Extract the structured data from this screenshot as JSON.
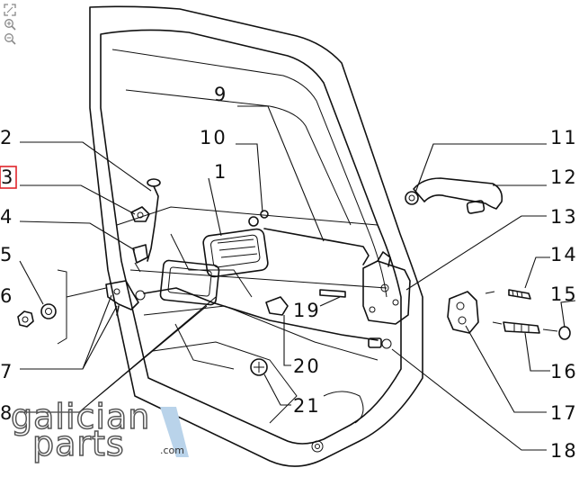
{
  "viewer": {
    "tools": [
      {
        "name": "fullscreen-icon"
      },
      {
        "name": "zoom-in-icon"
      },
      {
        "name": "zoom-out-icon"
      }
    ]
  },
  "callouts": [
    "1",
    "2",
    "3",
    "4",
    "5",
    "6",
    "7",
    "8",
    "9",
    "10",
    "11",
    "12",
    "13",
    "14",
    "15",
    "16",
    "17",
    "18",
    "19",
    "20",
    "21"
  ],
  "selected_callout": "3",
  "accent_color": "#e0242b",
  "watermark": {
    "line1": "galician",
    "line2": "parts",
    "suffix": ".com",
    "accent": "#b9d3ea"
  }
}
